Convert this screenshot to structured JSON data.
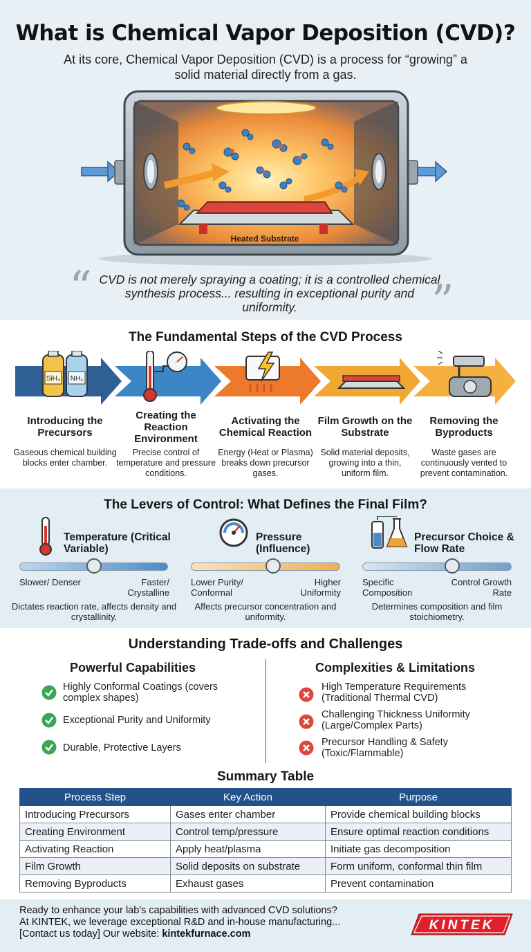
{
  "header": {
    "title": "What is Chemical Vapor Deposition (CVD)?",
    "subtitle": "At its core, Chemical Vapor Deposition (CVD) is a process for “growing” a solid material directly from a gas."
  },
  "chamber": {
    "substrate_label": "Heated Substrate",
    "precursor_labels": [
      "SiH₄",
      "NH₃"
    ]
  },
  "quote": {
    "text": "CVD is not merely spraying a coating; it is a controlled chemical synthesis process... resulting in exceptional purity and uniformity."
  },
  "steps": {
    "heading": "The Fundamental Steps of the CVD Process",
    "items": [
      {
        "title": "Introducing the Precursors",
        "desc": "Gaseous chemical building blocks enter chamber.",
        "icon": "gas-cylinders-icon",
        "color": "#2f5f95"
      },
      {
        "title": "Creating the Reaction Environment",
        "desc": "Precise control of temperature and pressure conditions.",
        "icon": "thermometer-gauge-icon",
        "color": "#3d86c6"
      },
      {
        "title": "Activating the Chemical Reaction",
        "desc": "Energy (Heat or Plasma) breaks down precursor gases.",
        "icon": "energy-bolt-icon",
        "color": "#ec7a2a"
      },
      {
        "title": "Film Growth on the Substrate",
        "desc": "Solid material deposits, growing into a thin, uniform film.",
        "icon": "substrate-film-icon",
        "color": "#f2a830"
      },
      {
        "title": "Removing the Byproducts",
        "desc": "Waste gases are continuously vented to prevent contamination.",
        "icon": "exhaust-pump-icon",
        "color": "#f6b040"
      }
    ]
  },
  "levers": {
    "heading": "The Levers of Control: What Defines the Final Film?",
    "items": [
      {
        "title": "Temperature (Critical Variable)",
        "left": "Slower/ Denser",
        "right": "Faster/ Crystalline",
        "desc": "Dictates reaction rate, affects density and crystallinity.",
        "position": 0.5,
        "icon": "thermometer-icon",
        "color": "#4a8cc9"
      },
      {
        "title": "Pressure (Influence)",
        "left": "Lower Purity/ Conformal",
        "right": "Higher Uniformity",
        "desc": "Affects precursor concentration and uniformity.",
        "position": 0.55,
        "icon": "pressure-gauge-icon",
        "color": "#efb054"
      },
      {
        "title": "Precursor Choice & Flow Rate",
        "left": "Specific Composition",
        "right": "Control Growth Rate",
        "desc": "Determines composition and film stoichiometry.",
        "position": 0.6,
        "icon": "lab-flasks-icon",
        "color": "#6f9fcc"
      }
    ]
  },
  "tradeoffs": {
    "heading": "Understanding Trade-offs and Challenges",
    "capabilities": {
      "heading": "Powerful Capabilities",
      "items": [
        "Highly Conformal Coatings (covers complex shapes)",
        "Exceptional Purity and Uniformity",
        "Durable, Protective Layers"
      ]
    },
    "limitations": {
      "heading": "Complexities & Limitations",
      "items": [
        "High Temperature Requirements (Traditional Thermal CVD)",
        "Challenging Thickness Uniformity (Large/Complex Parts)",
        "Precursor Handling & Safety (Toxic/Flammable)"
      ]
    }
  },
  "summary": {
    "heading": "Summary Table",
    "columns": [
      "Process Step",
      "Key Action",
      "Purpose"
    ],
    "rows": [
      [
        "Introducing Precursors",
        "Gases enter chamber",
        "Provide chemical building blocks"
      ],
      [
        "Creating Environment",
        "Control temp/pressure",
        "Ensure optimal reaction conditions"
      ],
      [
        "Activating Reaction",
        "Apply heat/plasma",
        "Initiate gas decomposition"
      ],
      [
        "Film Growth",
        "Solid deposits on substrate",
        "Form uniform, conformal thin film"
      ],
      [
        "Removing Byproducts",
        "Exhaust gases",
        "Prevent contamination"
      ]
    ]
  },
  "footer": {
    "line1": "Ready to enhance your lab's capabilities with advanced CVD solutions?",
    "line2": "At KINTEK, we leverage exceptional R&D and in-house manufacturing...",
    "line3_prefix": "[Contact us today] Our website: ",
    "website": "kintekfurnace.com",
    "logo": "KINTEK"
  },
  "colors": {
    "table_header": "#23518a",
    "check_green": "#3aa655",
    "cross_red": "#d9493e",
    "logo_red": "#e0202a"
  }
}
